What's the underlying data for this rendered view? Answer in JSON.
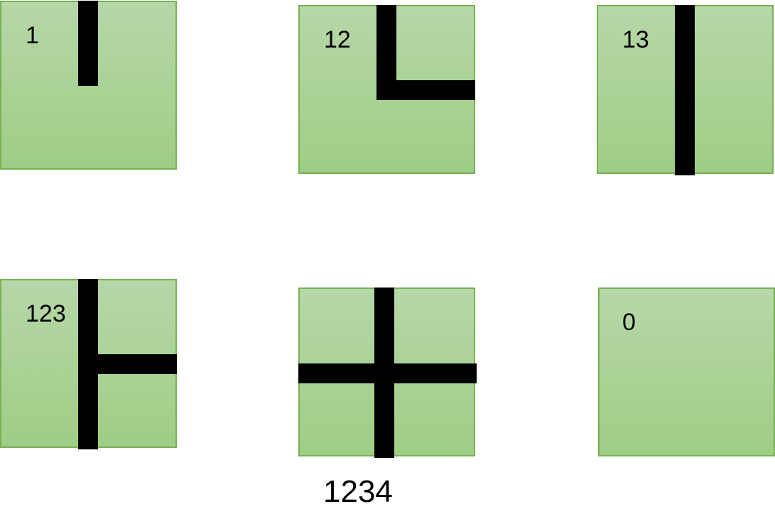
{
  "tiles": [
    {
      "id": "t1",
      "label": "1"
    },
    {
      "id": "t12",
      "label": "12"
    },
    {
      "id": "t13",
      "label": "13"
    },
    {
      "id": "t123",
      "label": "123"
    },
    {
      "id": "t1234",
      "label": ""
    },
    {
      "id": "t0",
      "label": "0"
    }
  ],
  "caption": "1234",
  "colors": {
    "tile_fill_top": "#b6d7a8",
    "tile_fill_bottom": "#9fcd85",
    "tile_border": "#78b054",
    "bar": "#000000",
    "background": "#ffffff"
  }
}
